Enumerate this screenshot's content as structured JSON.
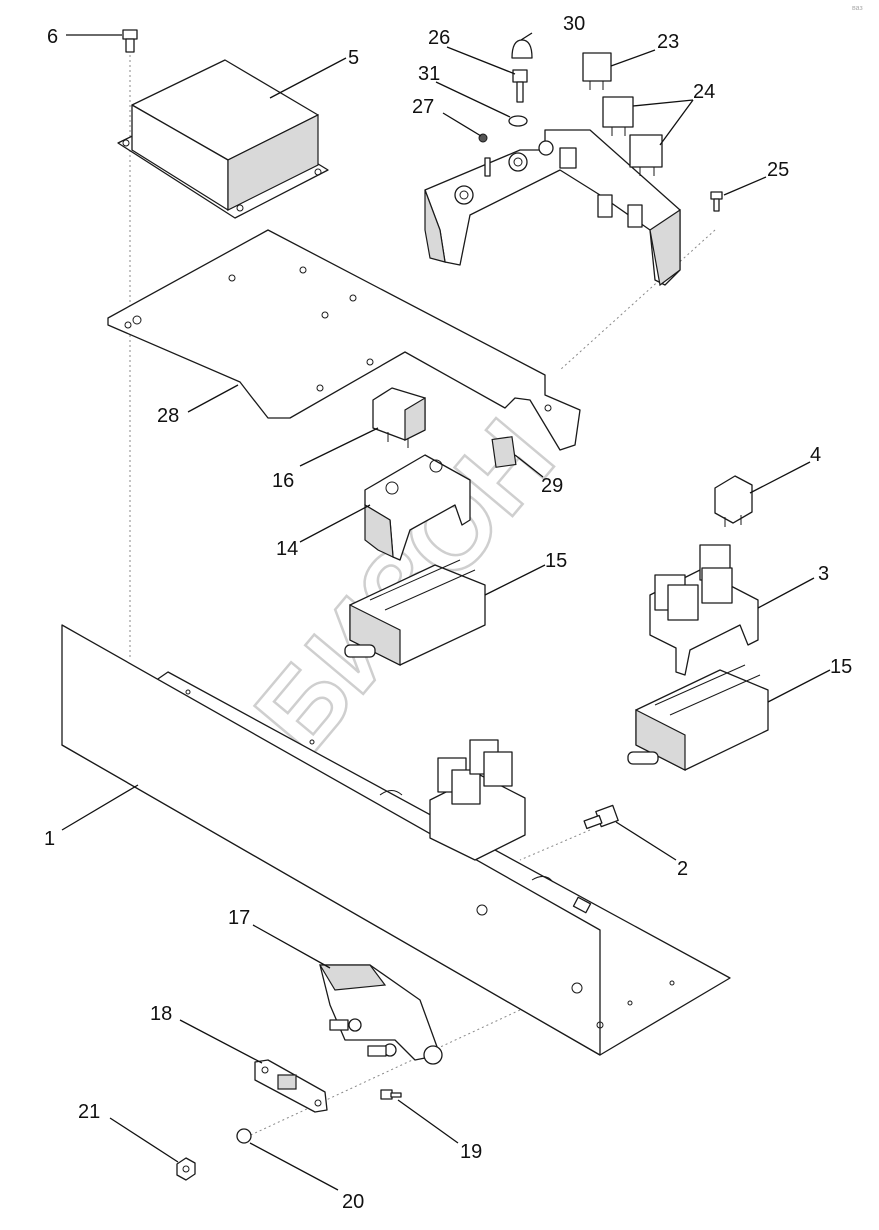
{
  "corner_mark": "ваз",
  "callouts": [
    {
      "id": "c1",
      "num": "1"
    },
    {
      "id": "c2",
      "num": "2"
    },
    {
      "id": "c3",
      "num": "3"
    },
    {
      "id": "c4",
      "num": "4"
    },
    {
      "id": "c5",
      "num": "5"
    },
    {
      "id": "c6",
      "num": "6"
    },
    {
      "id": "c14",
      "num": "14"
    },
    {
      "id": "c15a",
      "num": "15"
    },
    {
      "id": "c15b",
      "num": "15"
    },
    {
      "id": "c16",
      "num": "16"
    },
    {
      "id": "c17",
      "num": "17"
    },
    {
      "id": "c18",
      "num": "18"
    },
    {
      "id": "c19",
      "num": "19"
    },
    {
      "id": "c20",
      "num": "20"
    },
    {
      "id": "c21",
      "num": "21"
    },
    {
      "id": "c23",
      "num": "23"
    },
    {
      "id": "c24",
      "num": "24"
    },
    {
      "id": "c25",
      "num": "25"
    },
    {
      "id": "c26",
      "num": "26"
    },
    {
      "id": "c27",
      "num": "27"
    },
    {
      "id": "c28",
      "num": "28"
    },
    {
      "id": "c29",
      "num": "29"
    },
    {
      "id": "c30",
      "num": "30"
    },
    {
      "id": "c31",
      "num": "31"
    }
  ],
  "watermark": "БИЗОН"
}
